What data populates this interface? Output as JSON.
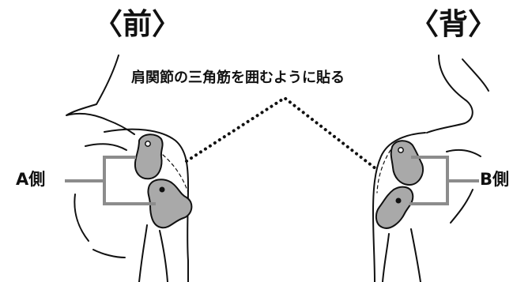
{
  "headings": {
    "front": "〈前〉",
    "back": "〈背〉"
  },
  "caption": "肩関節の三角筋を囲むように貼る",
  "labels": {
    "a": "A側",
    "b": "B側"
  },
  "colors": {
    "outline": "#111111",
    "pad_fill": "#a9a9a9",
    "bracket": "#8c8c8c",
    "dot": "#111111"
  }
}
